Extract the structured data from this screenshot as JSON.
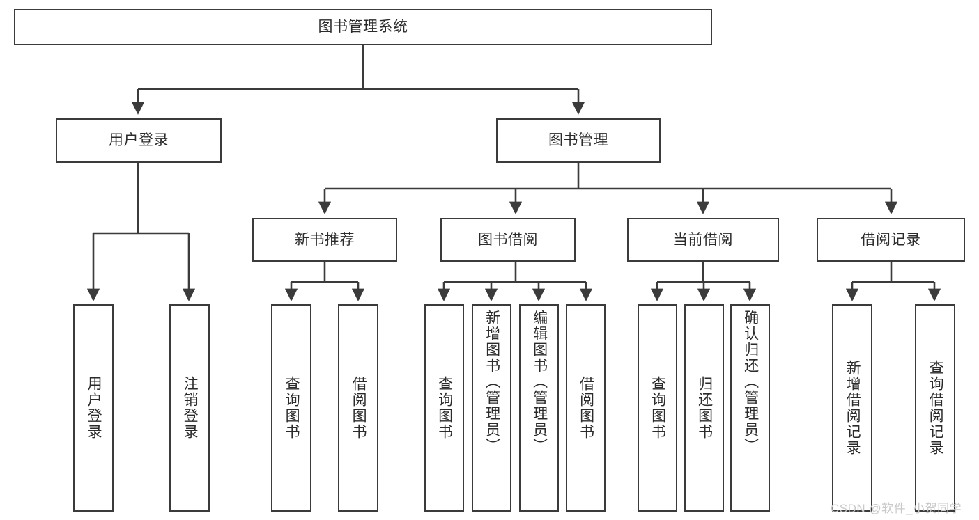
{
  "diagram": {
    "title": "图书管理系统",
    "type": "hierarchy-tree",
    "watermark": "CSDN @软件_小贺同学",
    "colors": {
      "border": "#3b3b3b",
      "text": "#2b2b2b",
      "background": "#ffffff",
      "watermark": "#c9c9c9"
    },
    "levels": {
      "root": {
        "label": "图书管理系统"
      },
      "level2": [
        {
          "label": "用户登录"
        },
        {
          "label": "图书管理"
        }
      ],
      "level3": [
        {
          "label": "新书推荐"
        },
        {
          "label": "图书借阅"
        },
        {
          "label": "当前借阅"
        },
        {
          "label": "借阅记录"
        }
      ],
      "leaves_user_login": [
        {
          "label": "用户登录"
        },
        {
          "label": "注销登录"
        }
      ],
      "leaves_new_book": [
        {
          "label": "查询图书"
        },
        {
          "label": "借阅图书"
        }
      ],
      "leaves_borrow": [
        {
          "label": "查询图书"
        },
        {
          "label": "新增图书（管理员）"
        },
        {
          "label": "编辑图书（管理员）"
        },
        {
          "label": "借阅图书"
        }
      ],
      "leaves_current": [
        {
          "label": "查询图书"
        },
        {
          "label": "归还图书"
        },
        {
          "label": "确认归还（管理员）"
        }
      ],
      "leaves_record": [
        {
          "label": "新增借阅记录"
        },
        {
          "label": "查询借阅记录"
        }
      ]
    }
  }
}
